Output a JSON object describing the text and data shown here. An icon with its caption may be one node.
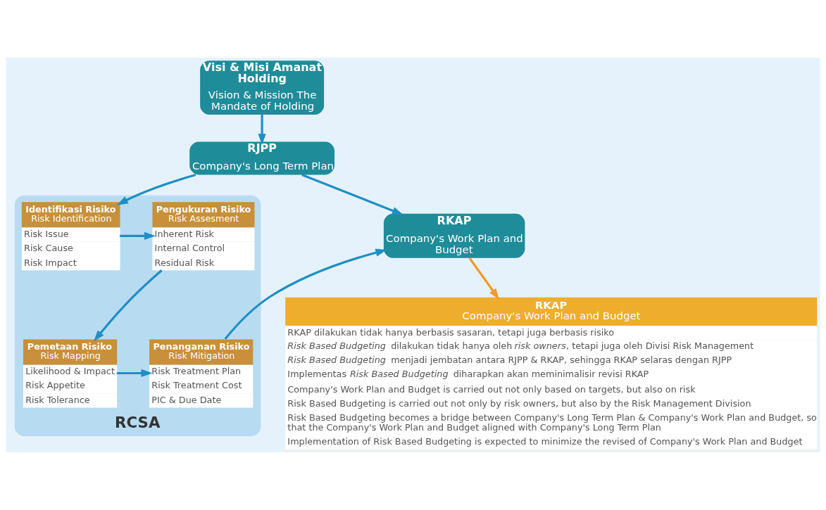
{
  "diagram": {
    "nodes": [
      {
        "text": [
          "Visi & Misi Amanat Holding",
          "Vision & Mission The Mandate of Holding"
        ]
      },
      {
        "text": [
          "RJPP",
          "Company's Long Term Plan"
        ]
      },
      {
        "text": [
          "RKAP",
          "Company's Work Plan and Budget"
        ]
      },
      {
        "text": [
          "RCSA"
        ]
      },
      {
        "text": [
          "Identifikasi Risiko",
          "Risk Identification",
          "Risk Issue",
          "Risk Cause",
          "Risk Impact"
        ],
        "in": 3
      },
      {
        "text": [
          "Pengukuran Risiko",
          "Risk Assesment",
          "Inherent Risk",
          "Internal Control",
          "Residual Risk"
        ],
        "in": 3
      },
      {
        "text": [
          "Pemetaan Risiko",
          "Risk Mapping",
          "Likelihood & Impact",
          "Risk Appetite",
          "Risk Tolerance"
        ],
        "in": 3
      },
      {
        "text": [
          "Penanganan Risiko",
          "Risk Mitigation",
          "Risk Treatment Plan",
          "Risk Treatment Cost",
          "PIC & Due Date"
        ],
        "in": 3
      },
      {
        "text": [
          "RKAP",
          "Company's Work Plan and Budget",
          "RKAP dilakukan tidak hanya berbasis sasaran, tetapi juga berbasis risiko",
          "*Risk Based Budgeting* dilakukan tidak hanya oleh *risk owners*, tetapi juga oleh Divisi Risk Management",
          "*Risk Based Budgeting* menjadi jembatan antara RJPP & RKAP, sehingga RKAP selaras dengan RJPP",
          "Implementas *Risk Based Budgeting* diharapkan akan meminimalisir revisi RKAP",
          "Company's Work Plan and Budget is carried out not only based on targets, but also on risk",
          "Risk Based Budgeting is carried out not only by risk owners, but also by the Risk Management Division",
          "Risk Based Budgeting becomes a bridge between Company's Long Term Plan & Company's Work Plan and Budget, so that the Company's Work Plan and Budget aligned with Company's Long Term Plan",
          "Implementation of Risk Based Budgeting is expected to minimize the revised of Company's Work Plan and Budget"
        ]
      }
    ],
    "edges": [
      {
        "from": 0,
        "to": 1,
        "arrow": "to"
      },
      {
        "from": 1,
        "to": 2,
        "arrow": "to"
      },
      {
        "from": 1,
        "to": 4,
        "arrow": "to"
      },
      {
        "from": 4,
        "to": 5,
        "arrow": "to"
      },
      {
        "from": 5,
        "to": 6,
        "arrow": "to"
      },
      {
        "from": 6,
        "to": 7,
        "arrow": "to"
      },
      {
        "from": 7,
        "to": 2,
        "arrow": "to"
      },
      {
        "from": 2,
        "to": 8,
        "arrow": "to",
        "color": "#f39a2b"
      }
    ]
  }
}
